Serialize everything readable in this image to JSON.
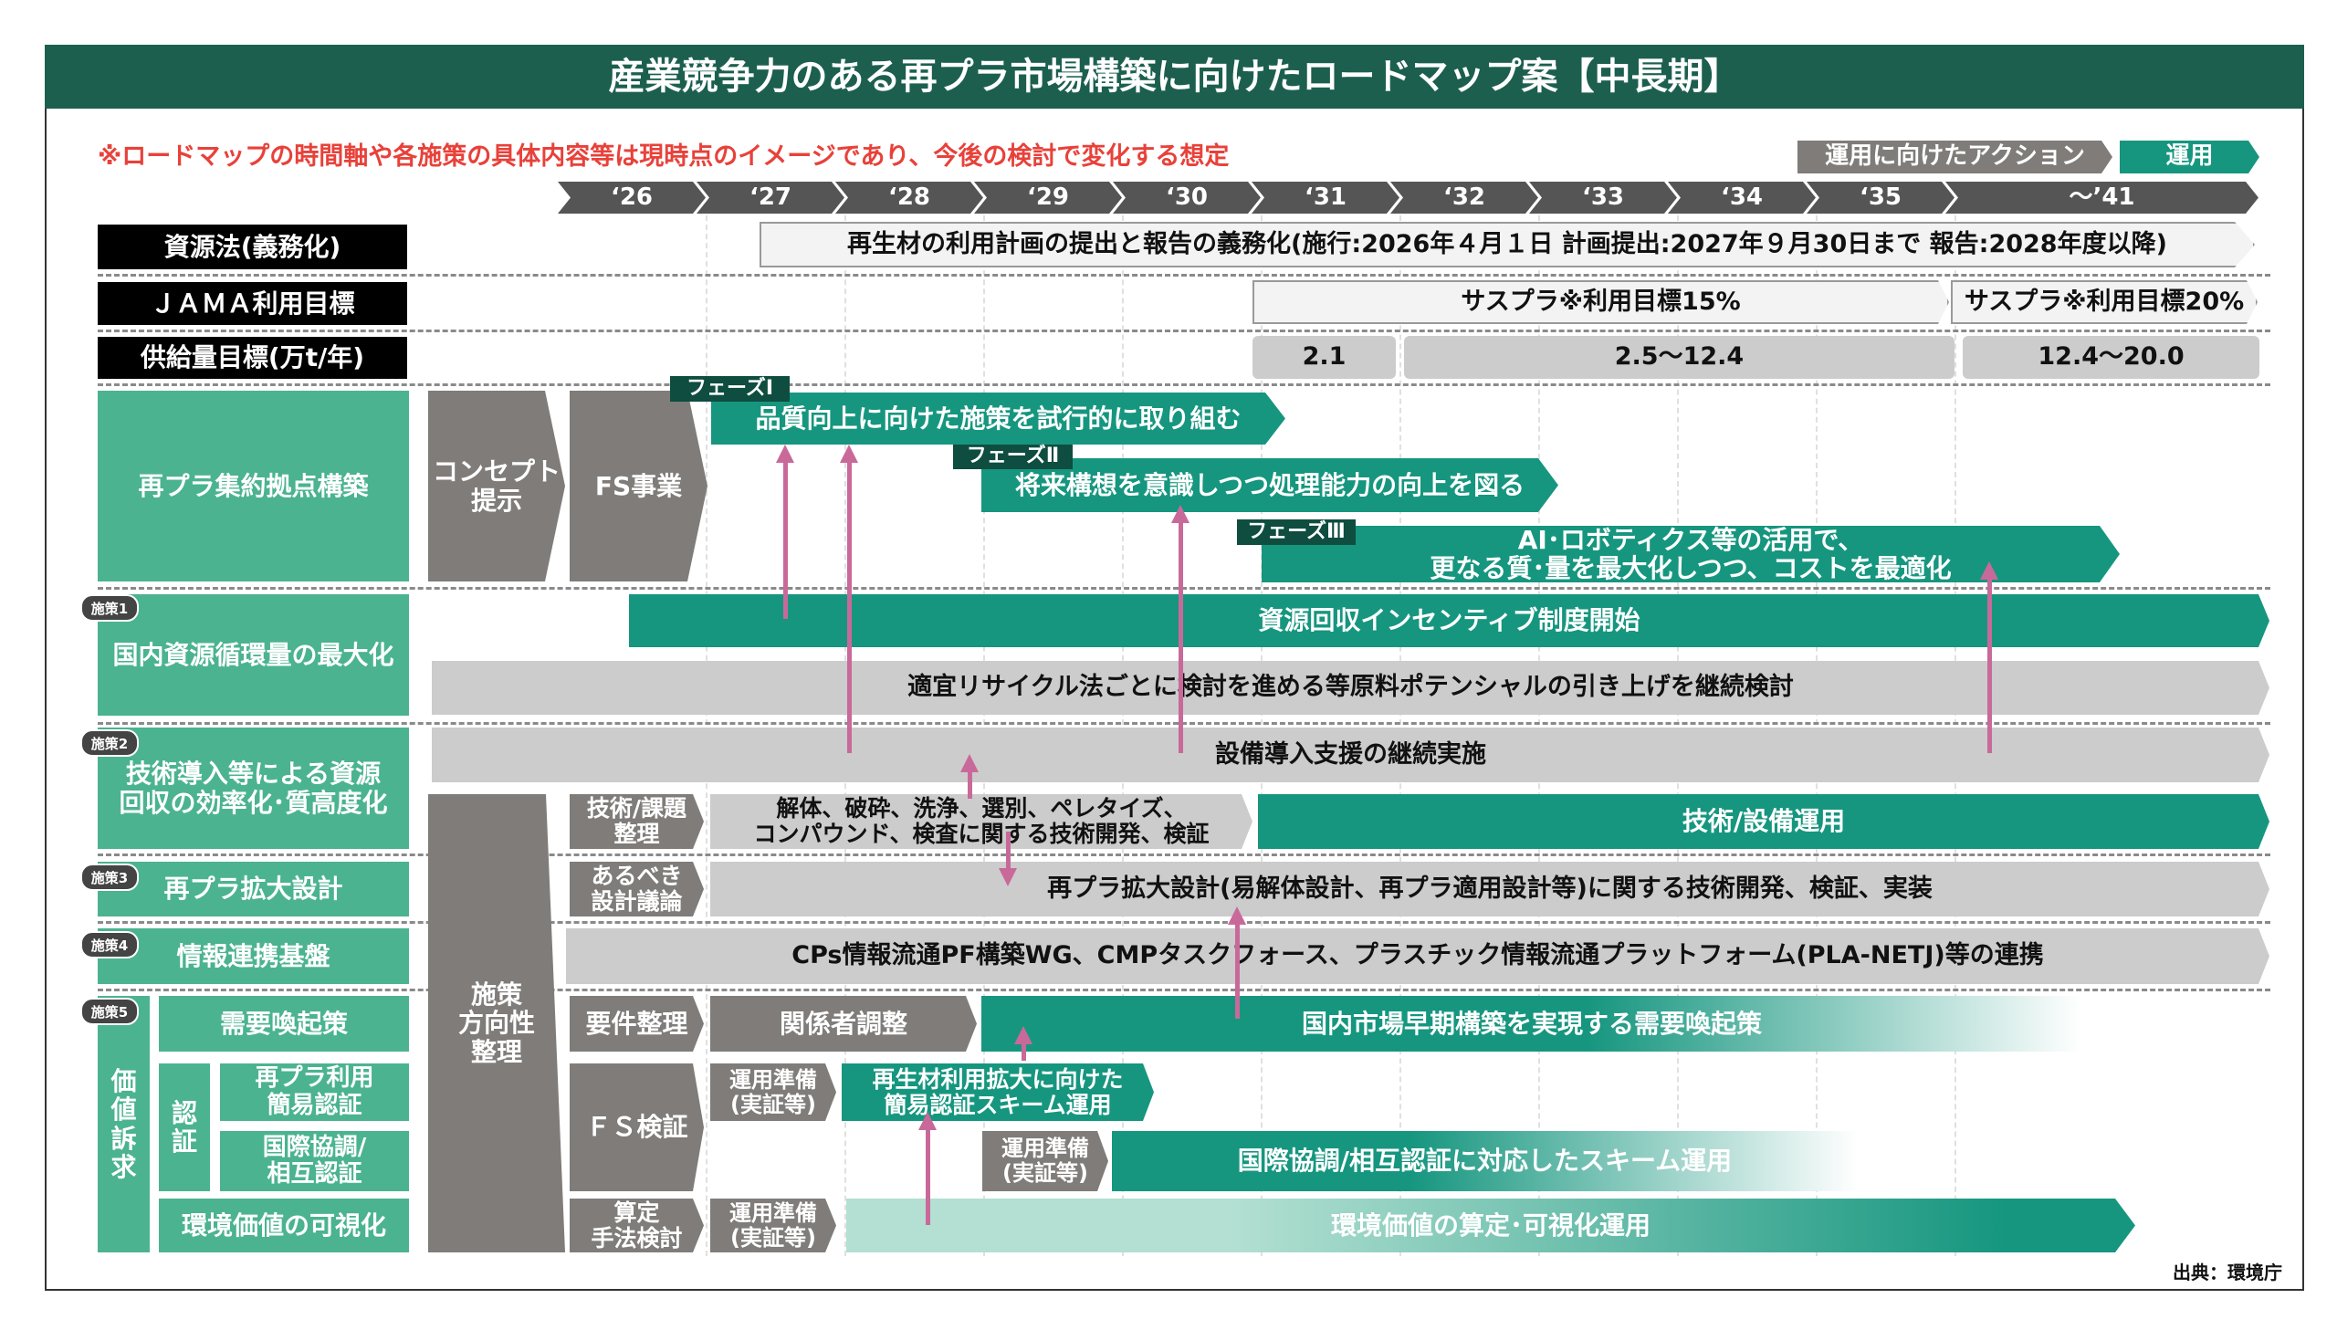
{
  "title": "産業競争力のある再プラ市場構築に向けたロードマップ案【中長期】",
  "note": "※ロードマップの時間軸や各施策の具体内容等は現時点のイメージであり、今後の検討で変化する想定",
  "legend": {
    "action": "運用に向けたアクション",
    "operation": "運用"
  },
  "years": [
    "‘26",
    "‘27",
    "‘28",
    "‘29",
    "‘30",
    "‘31",
    "‘32",
    "‘33",
    "‘34",
    "‘35",
    "～’41"
  ],
  "header_rows": {
    "law": {
      "label": "資源法(義務化)",
      "bar": "再生材の利用計画の提出と報告の義務化(施行:2026年４月１日 計画提出:2027年９月30日まで 報告:2028年度以降)"
    },
    "jama": {
      "label": "ＪＡＭＡ利用目標",
      "target1": "サスプラ※利用目標15%",
      "target2": "サスプラ※利用目標20%"
    },
    "supply": {
      "label": "供給量目標(万t/年)",
      "v1": "2.1",
      "v2": "2.5～12.4",
      "v3": "12.4～20.0"
    }
  },
  "hub": {
    "label": "再プラ集約拠点構築",
    "concept": "コンセプト\n提示",
    "fs": "FS事業",
    "phase1_tag": "フェーズⅠ",
    "phase1": "品質向上に向けた施策を試行的に取り組む",
    "phase2_tag": "フェーズⅡ",
    "phase2": "将来構想を意識しつつ処理能力の向上を図る",
    "phase3_tag": "フェーズⅢ",
    "phase3": "AI･ロボティクス等の活用で、\n更なる質･量を最大化しつつ、コストを最適化"
  },
  "measures": {
    "m1": {
      "badge": "施策1",
      "label": "国内資源循環量の最大化",
      "bar1": "資源回収インセンティブ制度開始",
      "bar2": "適宜リサイクル法ごとに検討を進める等原料ポテンシャルの引き上げを継続検討"
    },
    "m2": {
      "badge": "施策2",
      "label": "技術導入等による資源\n回収の効率化･質高度化",
      "bar1": "設備導入支援の継続実施",
      "step": "技術/課題\n整理",
      "dev": "解体、破砕、洗浄、選別、ペレタイズ、\nコンパウンド、検査に関する技術開発、検証",
      "op": "技術/設備運用"
    },
    "policy_col": "施策\n方向性\n整理",
    "m3": {
      "badge": "施策3",
      "label": "再プラ拡大設計",
      "step": "あるべき\n設計議論",
      "bar": "再プラ拡大設計(易解体設計、再プラ適用設計等)に関する技術開発、検証、実装"
    },
    "m4": {
      "badge": "施策4",
      "label": "情報連携基盤",
      "bar": "CPs情報流通PF構築WG、CMPタスクフォース、プラスチック情報流通プラットフォーム(PLA-NETJ)等の連携"
    },
    "m5": {
      "badge": "施策5",
      "group": "価\n値\n訴\n求",
      "cert": "認\n証",
      "demand": "需要喚起策",
      "simple_cert": "再プラ利用\n簡易認証",
      "intl_cert": "国際協調/\n相互認証",
      "env_value": "環境価値の可視化",
      "req": "要件整理",
      "stake": "関係者調整",
      "market": "国内市場早期構築を実現する需要喚起策",
      "fs_verify": "ＦＳ検証",
      "prep": "運用準備\n(実証等)",
      "simple_op": "再生材利用拡大に向けた\n簡易認証スキーム運用",
      "intl_op": "国際協調/相互認証に対応したスキーム運用",
      "calc": "算定\n手法検討",
      "env_op": "環境価値の算定･可視化運用"
    }
  },
  "source": "出典：環境庁",
  "colors": {
    "title": "#1c5f4f",
    "label_green": "#4bb390",
    "teal": "#16967f",
    "gray": "#7f7c79",
    "light": "#cccccc",
    "arrow": "#c9699a",
    "note": "#e8413a"
  }
}
